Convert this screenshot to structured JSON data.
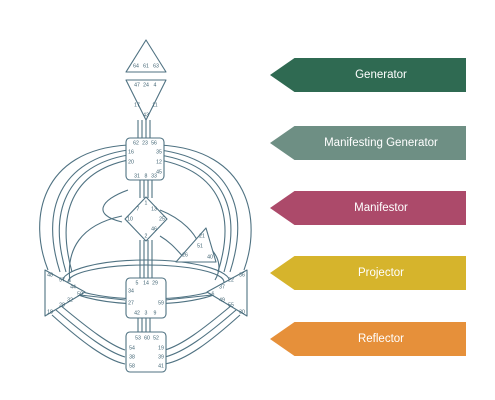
{
  "types": [
    {
      "label": "Generator",
      "color": "#2f6a52"
    },
    {
      "label": "Manifesting Generator",
      "color": "#6e8f84"
    },
    {
      "label": "Manifestor",
      "color": "#ac4a6a"
    },
    {
      "label": "Projector",
      "color": "#d6b42c"
    },
    {
      "label": "Reflector",
      "color": "#e6903a"
    }
  ],
  "centers": {
    "head": [
      "64",
      "61",
      "63"
    ],
    "ajna": [
      "47",
      "24",
      "4",
      "17",
      "11",
      "43"
    ],
    "throat": [
      "62",
      "23",
      "56",
      "16",
      "35",
      "20",
      "12",
      "45",
      "31",
      "8",
      "33"
    ],
    "g": [
      "1",
      "7",
      "13",
      "10",
      "25",
      "46",
      "2"
    ],
    "heart": [
      "21",
      "51",
      "26",
      "40"
    ],
    "spleen": [
      "48",
      "57",
      "44",
      "50",
      "32",
      "28",
      "18"
    ],
    "sacral": [
      "5",
      "14",
      "29",
      "34",
      "27",
      "59",
      "42",
      "3",
      "9"
    ],
    "solar": [
      "36",
      "22",
      "37",
      "6",
      "49",
      "55",
      "30"
    ],
    "root": [
      "53",
      "60",
      "52",
      "54",
      "19",
      "38",
      "39",
      "58",
      "41"
    ]
  },
  "chart_colors": {
    "line": "#4f7282",
    "fill": "#ffffff"
  }
}
